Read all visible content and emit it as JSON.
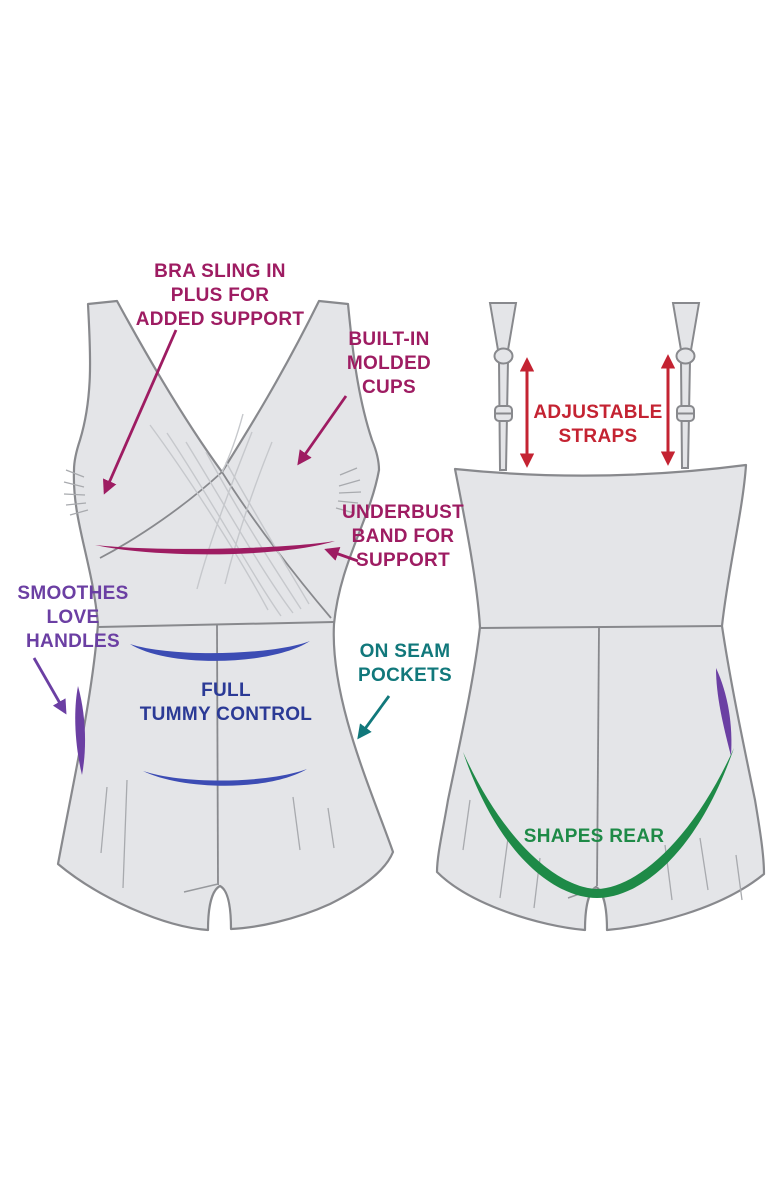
{
  "diagram_title": "Swimsuit features diagram (front and back views)",
  "colors": {
    "magenta": "#9E1C62",
    "red": "#C42332",
    "purple": "#6B3FA3",
    "navy": "#2B3A96",
    "indigo": "#3C4CB4",
    "teal": "#11787B",
    "green": "#1E8A47",
    "suit_fill": "#E4E5E8",
    "suit_outline": "#88898D",
    "seam": "#97999D",
    "drape": "#C6C8CC",
    "gather": "#A8AAAE"
  },
  "annotations": {
    "bra_sling": {
      "label": "BRA SLING IN\nPLUS FOR\nADDED SUPPORT"
    },
    "built_in_cups": {
      "label": "BUILT-IN\nMOLDED\nCUPS"
    },
    "adjustable_straps": {
      "label": "ADJUSTABLE\nSTRAPS"
    },
    "underbust_band": {
      "label": "UNDERBUST\nBAND FOR\nSUPPORT"
    },
    "smoothes_love_handles": {
      "label": "SMOOTHES\nLOVE\nHANDLES"
    },
    "full_tummy_control": {
      "label": "FULL\nTUMMY CONTROL"
    },
    "on_seam_pockets": {
      "label": "ON SEAM\nPOCKETS"
    },
    "shapes_rear": {
      "label": "SHAPES REAR"
    }
  }
}
